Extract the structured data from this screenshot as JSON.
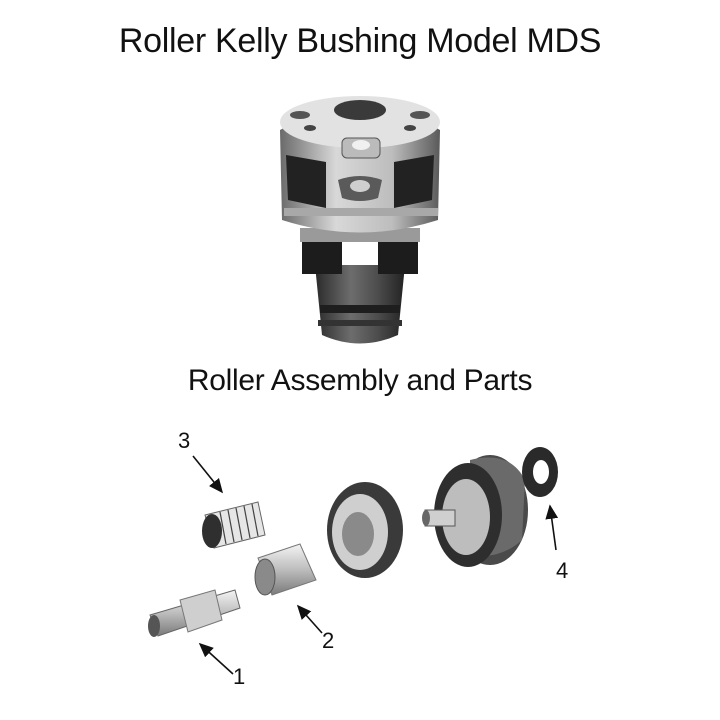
{
  "header": {
    "title": "Roller Kelly Bushing Model MDS"
  },
  "figure_top": {
    "name": "roller-kelly-bushing-photo",
    "description": "Photo of Roller Kelly Bushing Model MDS"
  },
  "section": {
    "title": "Roller Assembly and Parts"
  },
  "parts": [
    {
      "number": "1",
      "name": "roller-shaft"
    },
    {
      "number": "2",
      "name": "inner-race-sleeve"
    },
    {
      "number": "3",
      "name": "needle-bearing"
    },
    {
      "number": "4",
      "name": "washer"
    }
  ],
  "colors": {
    "background": "#ffffff",
    "text": "#111111",
    "metal_dark": "#3a3a3a",
    "metal_mid": "#8a8a8a",
    "metal_light": "#d8d8d8"
  }
}
